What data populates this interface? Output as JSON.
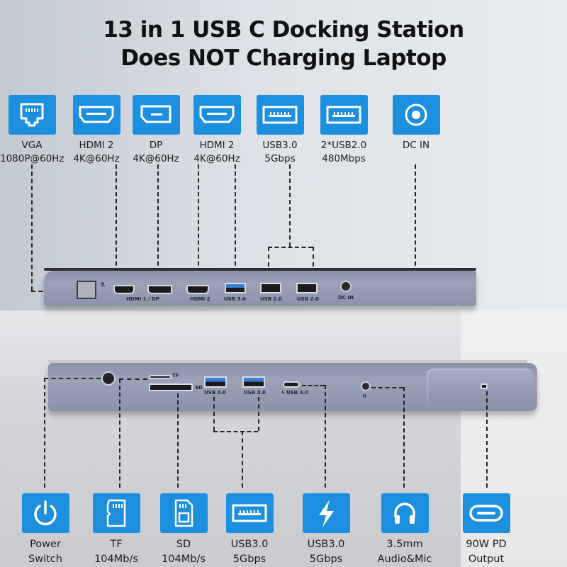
{
  "title": {
    "line1": "13 in 1 USB C Docking Station",
    "line2": "Does NOT Charging Laptop"
  },
  "top_features": [
    {
      "icon": "ethernet-port-icon",
      "line1": "VGA",
      "line2": "1080P@60Hz"
    },
    {
      "icon": "hdmi-port-icon",
      "line1": "HDMI 2",
      "line2": "4K@60Hz"
    },
    {
      "icon": "displayport-icon",
      "line1": "DP",
      "line2": "4K@60Hz"
    },
    {
      "icon": "hdmi-port-icon",
      "line1": "HDMI 2",
      "line2": "4K@60Hz"
    },
    {
      "icon": "usb-a-port-icon",
      "line1": "USB3.0",
      "line2": "5Gbps"
    },
    {
      "icon": "usb-a-port-icon",
      "line1": "2*USB2.0",
      "line2": "480Mbps"
    },
    {
      "icon": "dc-in-icon",
      "line1": "DC IN",
      "line2": ""
    }
  ],
  "bottom_features": [
    {
      "icon": "power-icon",
      "line1": "Power",
      "line2": "Switch"
    },
    {
      "icon": "tf-card-icon",
      "line1": "TF",
      "line2": "104Mb/s"
    },
    {
      "icon": "sd-card-icon",
      "line1": "SD",
      "line2": "104Mb/s"
    },
    {
      "icon": "usb-a-port-icon",
      "line1": "USB3.0",
      "line2": "5Gbps"
    },
    {
      "icon": "lightning-icon",
      "line1": "USB3.0",
      "line2": "5Gbps"
    },
    {
      "icon": "headphones-icon",
      "line1": "3.5mm",
      "line2": "Audio&Mic"
    },
    {
      "icon": "usb-c-port-icon",
      "line1": "90W PD",
      "line2": "Output"
    }
  ],
  "dock_top_labels": {
    "hdmi1_dp": "HDMI 1 / DP",
    "hdmi2": "HDMI 2",
    "usb30": "USB 3.0",
    "usb20_a": "USB 2.0",
    "usb20_b": "USB 2.0",
    "dcin": "DC IN"
  },
  "dock_bottom_labels": {
    "tf": "TF",
    "sd": "SD",
    "usb30_a": "USB 3.0",
    "usb30_b": "USB 3.0",
    "usbc": "ϟ USB 3.0"
  },
  "colors": {
    "accent_blue": "#1c8fdf",
    "dock_gray": "#959cb2",
    "title_text": "#111111"
  }
}
